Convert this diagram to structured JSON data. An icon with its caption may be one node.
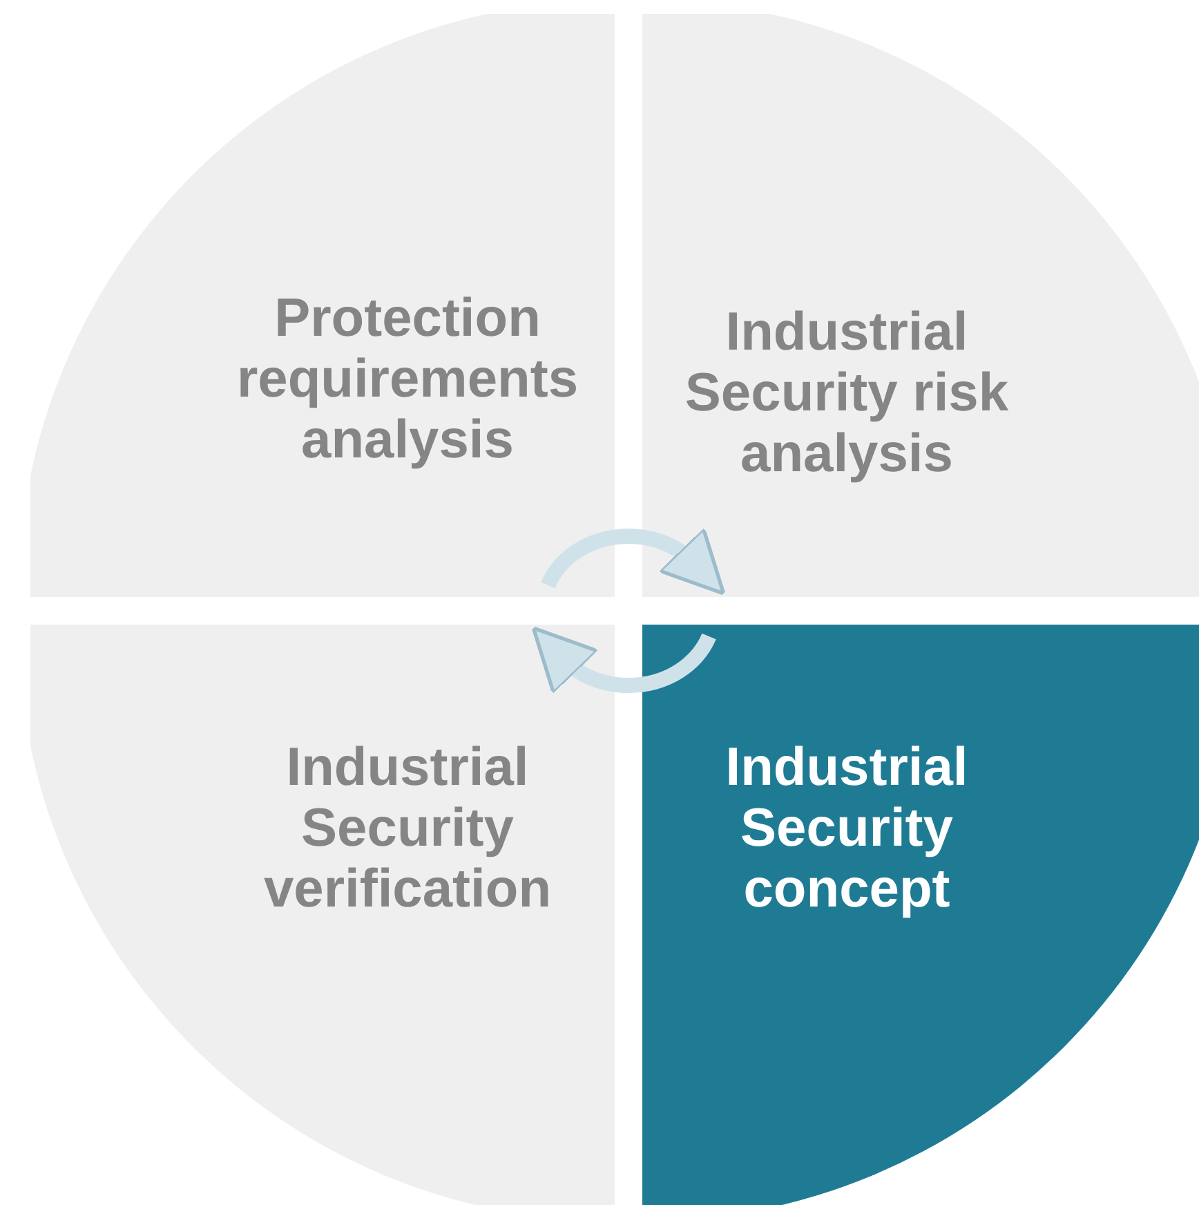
{
  "diagram": {
    "nodes": [
      {
        "text": [
          "Protection requirements analysis"
        ]
      },
      {
        "text": [
          "Industrial Security risk analysis"
        ]
      },
      {
        "text": [
          "Industrial Security verification"
        ]
      },
      {
        "text": [
          "Industrial Security concept"
        ]
      }
    ],
    "edges": [
      {
        "from": 0,
        "to": 1,
        "arrow": "to"
      },
      {
        "from": 3,
        "to": 2,
        "arrow": "to"
      }
    ]
  }
}
